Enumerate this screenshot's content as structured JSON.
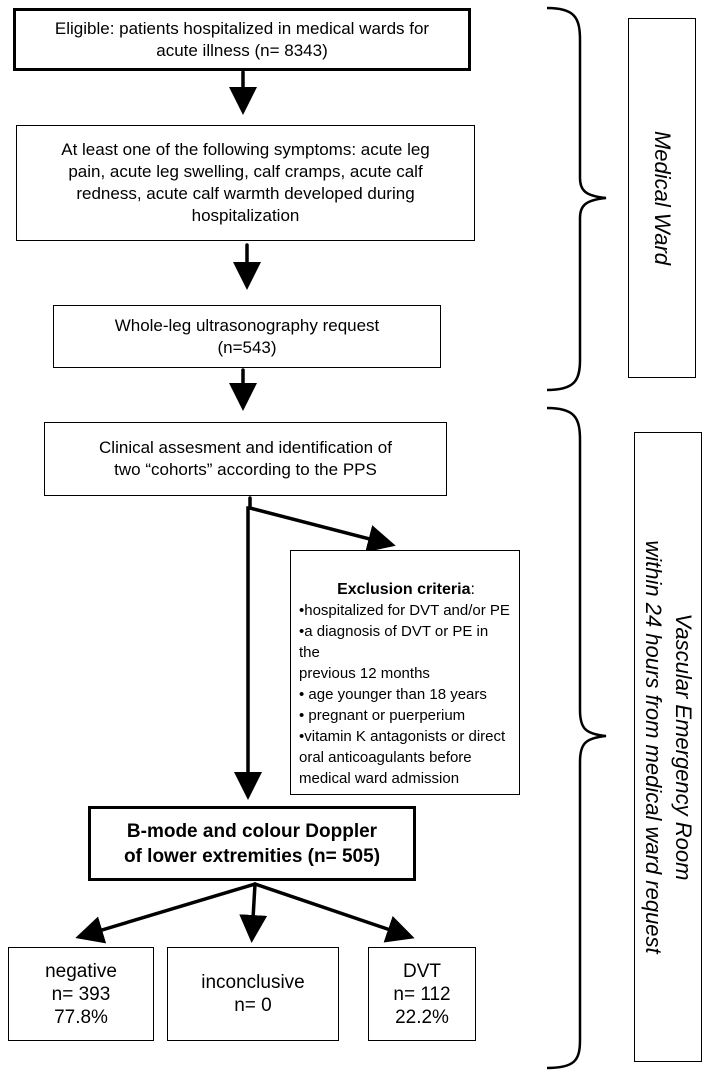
{
  "boxes": {
    "eligible": [
      "Eligible: patients hospitalized in medical wards for",
      "acute illness (n= 8343)"
    ],
    "symptoms": [
      "At least one of the following symptoms: acute leg",
      "pain, acute leg swelling, calf cramps, acute calf",
      "redness, acute calf warmth developed during",
      "hospitalization"
    ],
    "ultrasound": [
      "Whole-leg ultrasonography request",
      "(n=543)"
    ],
    "clinical": [
      "Clinical assesment and identification of",
      "two “cohorts” according to the PPS"
    ],
    "exclusion": {
      "title": "Exclusion criteria",
      "title_suffix": ":",
      "items": [
        "•hospitalized for DVT and/or PE",
        "•a diagnosis of DVT or PE in the",
        "previous 12 months",
        "• age younger than 18 years",
        "• pregnant or puerperium",
        "•vitamin K antagonists or direct",
        "oral anticoagulants before",
        "medical ward admission"
      ]
    },
    "bmode": [
      "B-mode and colour Doppler",
      "of lower extremities (n= 505)"
    ],
    "negative": [
      "negative",
      "n= 393",
      "77.8%"
    ],
    "inconclusive": [
      "inconclusive",
      "n= 0"
    ],
    "dvt": [
      "DVT",
      "n= 112",
      "22.2%"
    ]
  },
  "side": {
    "medical_ward": [
      "Medical Ward"
    ],
    "vascular_er": [
      "Vascular Emergency Room",
      "within 24 hours from medical ward request"
    ]
  }
}
